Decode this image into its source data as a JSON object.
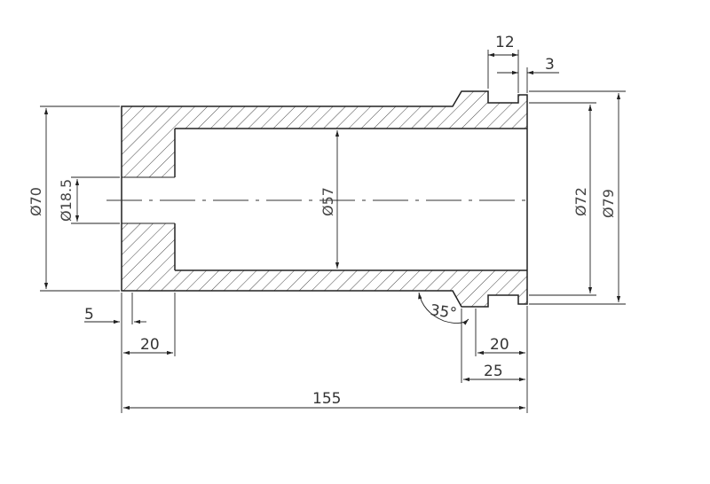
{
  "dimensions": {
    "top_width": "12",
    "top_step": "3",
    "outer_dia": "Ø70",
    "bore_small": "Ø18.5",
    "bore_main": "Ø57",
    "flange_dia": "Ø72",
    "flange_outer": "Ø79",
    "left_small": "5",
    "left_wall": "20",
    "angle": "35°",
    "right_groove": "20",
    "right_flange": "25",
    "overall_length": "155"
  },
  "colors": {
    "line": "#222222",
    "background": "#ffffff"
  }
}
